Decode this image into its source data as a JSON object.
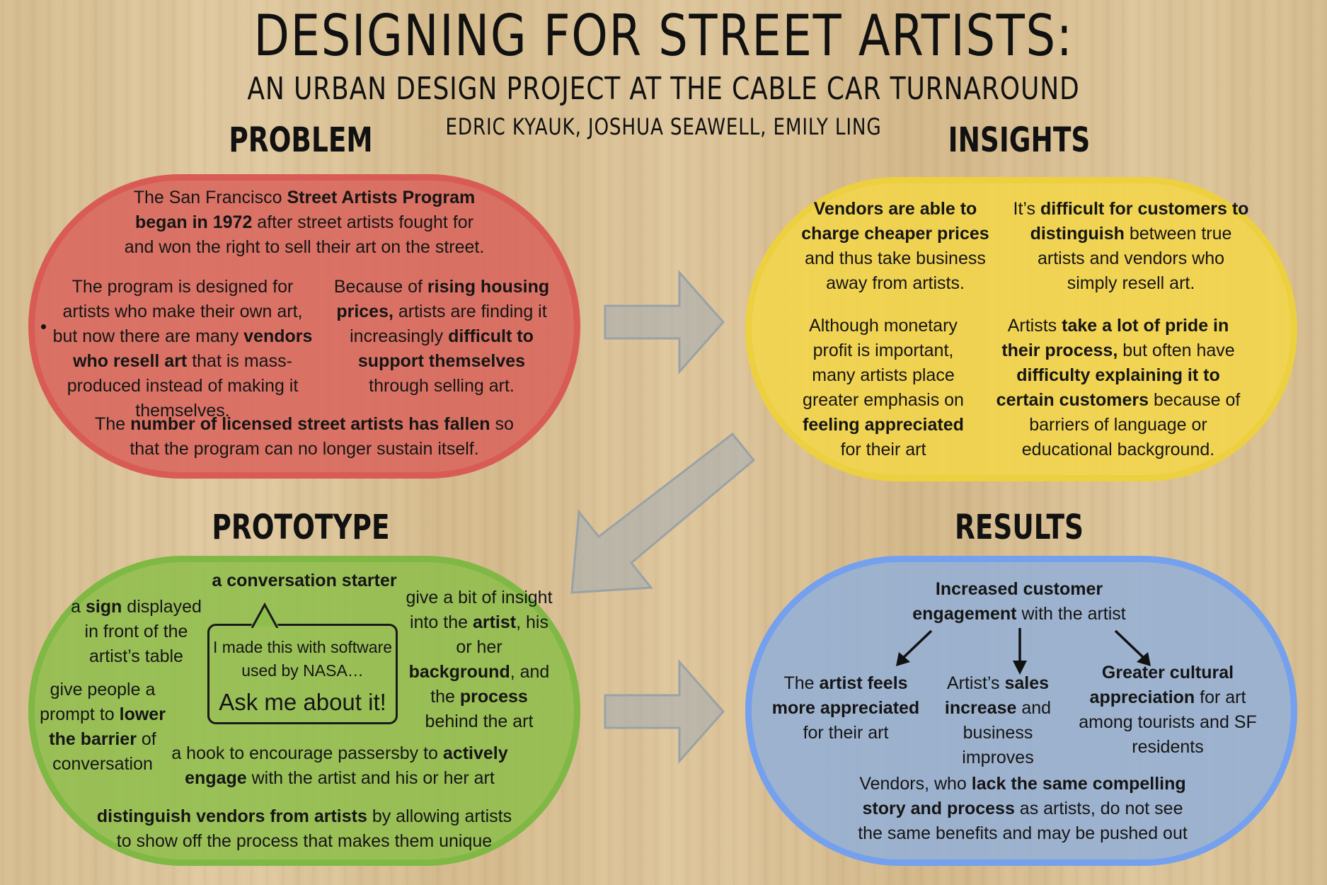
{
  "header": {
    "title": "DESIGNING FOR STREET ARTISTS:",
    "subtitle": "AN URBAN DESIGN PROJECT AT THE CABLE CAR TURNAROUND",
    "authors": "EDRIC KYAUK, JOSHUA SEAWELL, EMILY LING"
  },
  "colors": {
    "problem": "#d85c55",
    "insights": "#ecd040",
    "prototype": "#7fb844",
    "results": "#74a0ee",
    "arrow": "#a7aeb2"
  },
  "problem": {
    "heading": "PROBLEM",
    "intro": [
      "The San Francisco ",
      "Street Artists Program began in 1972",
      " after street artists fought for and won the right to sell their art on the street."
    ],
    "vendors": [
      "The program is designed for artists who make their own art, but now there are many ",
      "vendors who resell art",
      " that is mass-produced instead of making it themselves."
    ],
    "housing": [
      "Because of ",
      "rising housing prices,",
      " artists are finding it increasingly ",
      "difficult to support themselves",
      " through selling art."
    ],
    "fallen": [
      "The ",
      "number of licensed street artists has fallen",
      " so that the program can no longer sustain itself."
    ]
  },
  "insights": {
    "heading": "INSIGHTS",
    "cheaper": [
      "Vendors are able to charge cheaper prices",
      " and thus take business away from artists."
    ],
    "distinguish": [
      "It’s ",
      "difficult for customers to distinguish",
      " between true artists and vendors who simply resell art."
    ],
    "profit": [
      "Although monetary profit is important, many artists place greater emphasis on ",
      "feeling appreciated",
      " for their art"
    ],
    "pride": [
      "Artists ",
      "take a lot of pride in their process,",
      " but often have ",
      "difficulty explaining it to certain customers",
      " because of barriers of language or educational background."
    ]
  },
  "prototype": {
    "heading": "PROTOTYPE",
    "starter": "a conversation starter",
    "sign": [
      "a ",
      "sign",
      " displayed in front of the artist’s table"
    ],
    "insight": [
      "give a bit of insight into the ",
      "artist",
      ", his or her ",
      "background",
      ", and the ",
      "process",
      " behind the art"
    ],
    "prompt": [
      "give people a prompt to ",
      "lower the barrier",
      " of conversation"
    ],
    "hook": [
      "a hook to encourage passersby to ",
      "actively engage",
      " with the artist and his or her art"
    ],
    "distinguish": [
      "distinguish vendors from artists",
      " by allowing artists to show off the process that makes them unique"
    ],
    "sign_text": "I made this with software used by NASA…",
    "sign_big": "Ask me about it!"
  },
  "results": {
    "heading": "RESULTS",
    "engagement": [
      "Increased customer engagement",
      " with the artist"
    ],
    "appreciated": [
      "The ",
      "artist feels more appreciated",
      " for their art"
    ],
    "sales": [
      "Artist’s ",
      "sales increase",
      " and business improves"
    ],
    "cultural": [
      "Greater cultural appreciation",
      " for art among tourists and SF residents"
    ],
    "vendors": [
      "Vendors, who ",
      "lack the same compelling story and process",
      " as artists, do not see the same benefits and may be pushed out"
    ]
  }
}
